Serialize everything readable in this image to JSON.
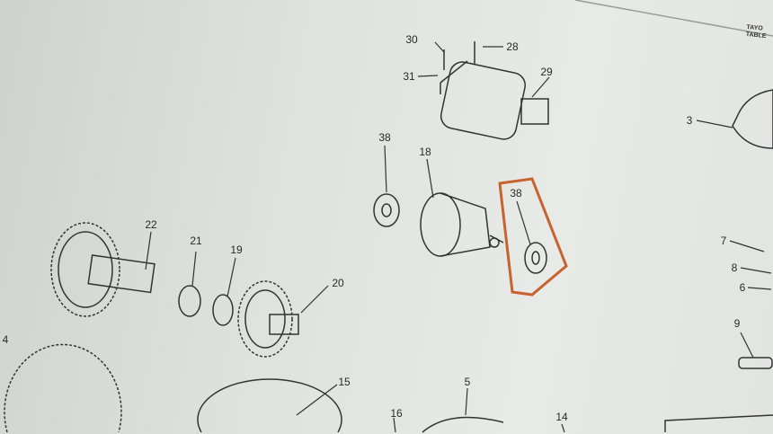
{
  "header": {
    "line1": "TAYO",
    "line2": "TABLE"
  },
  "callouts": {
    "c30": "30",
    "c28": "28",
    "c31": "31",
    "c29": "29",
    "c3": "3",
    "c38a": "38",
    "c18": "18",
    "c38b": "38",
    "c22": "22",
    "c21": "21",
    "c19": "19",
    "c20": "20",
    "c15": "15",
    "c16": "16",
    "c5": "5",
    "c14": "14",
    "c7": "7",
    "c8": "8",
    "c6": "6",
    "c9": "9",
    "c4": "4"
  },
  "highlight": {
    "color": "#c8622e",
    "target": "38"
  }
}
